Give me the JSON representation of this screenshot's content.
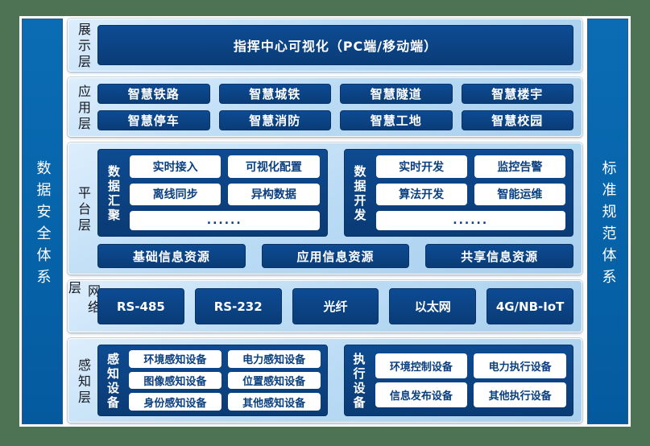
{
  "pillars": {
    "left": "数据安全体系",
    "right": "标准规范体系"
  },
  "layers": [
    {
      "label": "展示层",
      "boxes": [
        "指挥中心可视化（PC端/移动端）"
      ]
    },
    {
      "label": "应用层",
      "boxes": [
        "智慧铁路",
        "智慧城铁",
        "智慧隧道",
        "智慧楼宇",
        "智慧停车",
        "智慧消防",
        "智慧工地",
        "智慧校园"
      ]
    },
    {
      "label": "平台层",
      "groups": [
        {
          "label": "数据汇聚",
          "items": [
            "实时接入",
            "可视化配置",
            "离线同步",
            "异构数据"
          ],
          "more": "......"
        },
        {
          "label": "数据开发",
          "items": [
            "实时开发",
            "监控告警",
            "算法开发",
            "智能运维"
          ],
          "more": "......"
        }
      ],
      "resources": [
        "基础信息资源",
        "应用信息资源",
        "共享信息资源"
      ]
    },
    {
      "label": "网络层",
      "boxes": [
        "RS-485",
        "RS-232",
        "光纤",
        "以太网",
        "4G/NB-IoT"
      ]
    },
    {
      "label": "感知层",
      "groups": [
        {
          "label": "感知设备",
          "items": [
            "环境感知设备",
            "电力感知设备",
            "图像感知设备",
            "位置感知设备",
            "身份感知设备",
            "其他感知设备"
          ]
        },
        {
          "label": "执行设备",
          "items": [
            "环境控制设备",
            "电力执行设备",
            "信息发布设备",
            "其他执行设备"
          ]
        }
      ]
    }
  ],
  "colors": {
    "background_green": "#4e7254",
    "panel_light_blue": "#b4d7f2",
    "navy_box": "#0b4183",
    "pillar_blue": "#0765ab",
    "white_box_text": "#0a3f7f"
  }
}
